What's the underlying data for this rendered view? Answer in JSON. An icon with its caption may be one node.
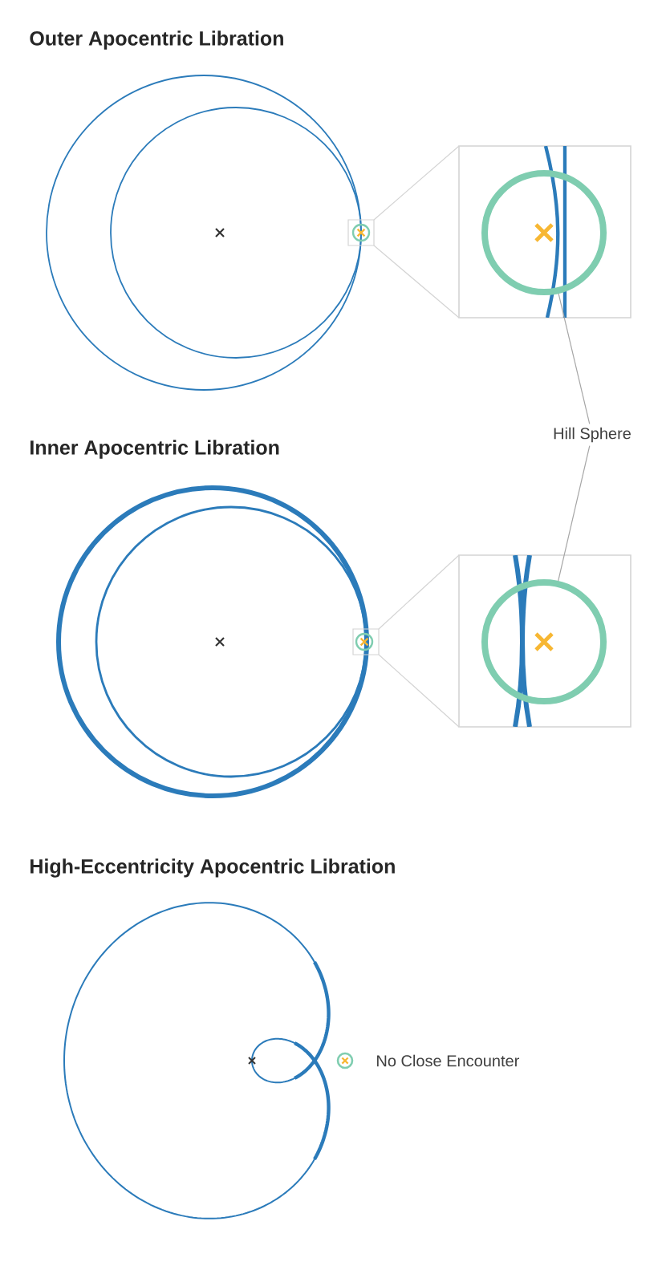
{
  "diagram": {
    "nodes": [
      {
        "text": [],
        "shape": "circle"
      },
      {
        "text": [
          "Hill Sphere"
        ]
      },
      {
        "text": [],
        "shape": "circle"
      }
    ],
    "edges": [
      {
        "from": 1,
        "to": 0,
        "arrow": "none"
      },
      {
        "from": 1,
        "to": 2,
        "arrow": "none"
      }
    ],
    "labels": [
      "Outer Apocentric Libration",
      "Inner Apocentric Libration",
      "High-Eccentricity Apocentric Libration",
      "No Close Encounter"
    ]
  }
}
